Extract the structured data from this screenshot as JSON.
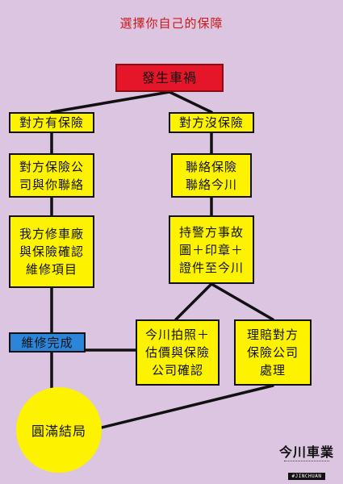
{
  "title": "選擇你自己的保障",
  "nodes": {
    "start": "發生車禍",
    "has_insurance": "對方有保險",
    "no_insurance": "對方沒保險",
    "insurer_contacts": "對方保險公\n司與你聯絡",
    "contact_jinchuan": "聯絡保險\n聯絡今川",
    "repair_confirm": "我方修車廠\n與保險確認\n維修項目",
    "police_docs": "持警方事故\n圖＋印章＋\n證件至今川",
    "repair_done": "維修完成",
    "photo_estimate": "今川拍照＋\n估價與保險\n公司確認",
    "claim_handling": "理賠對方\n保險公司\n處理",
    "end": "圓滿結局"
  },
  "logo": {
    "text": "今川車業",
    "tag": "#JINCHUAN"
  },
  "colors": {
    "background": "#dcc5e1",
    "title": "#cc1818",
    "start": "#e5152a",
    "step": "#fdf200",
    "done": "#2b86d9",
    "line": "#111111"
  }
}
